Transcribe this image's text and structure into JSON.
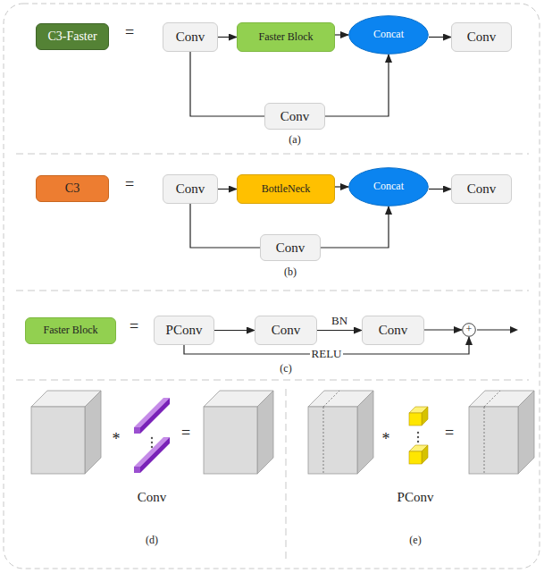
{
  "diagram": {
    "nodes": [
      {
        "text": [
          "C3-Faster"
        ]
      },
      {
        "text": [
          "Conv"
        ]
      },
      {
        "text": [
          "Faster Block"
        ]
      },
      {
        "text": [
          "Concat"
        ]
      },
      {
        "text": [
          "Conv"
        ]
      },
      {
        "text": [
          "Conv"
        ]
      },
      {
        "text": [
          "C3"
        ]
      },
      {
        "text": [
          "Conv"
        ]
      },
      {
        "text": [
          "BottleNeck"
        ]
      },
      {
        "text": [
          "Concat"
        ]
      },
      {
        "text": [
          "Conv"
        ]
      },
      {
        "text": [
          "Conv"
        ]
      },
      {
        "text": [
          "Faster Block"
        ]
      },
      {
        "text": [
          "PConv"
        ]
      },
      {
        "text": [
          "Conv"
        ]
      },
      {
        "text": [
          "Conv"
        ]
      },
      {
        "text": [
          "+"
        ]
      }
    ],
    "edges": [
      {
        "from": 1,
        "to": 2,
        "arrow": "to"
      },
      {
        "from": 2,
        "to": 3,
        "arrow": "to"
      },
      {
        "from": 3,
        "to": 4,
        "arrow": "to"
      },
      {
        "from": 1,
        "to": 5,
        "arrow": "none"
      },
      {
        "from": 5,
        "to": 3,
        "arrow": "to"
      },
      {
        "from": 7,
        "to": 8,
        "arrow": "to"
      },
      {
        "from": 8,
        "to": 9,
        "arrow": "to"
      },
      {
        "from": 9,
        "to": 10,
        "arrow": "to"
      },
      {
        "from": 7,
        "to": 11,
        "arrow": "none"
      },
      {
        "from": 11,
        "to": 9,
        "arrow": "to"
      },
      {
        "from": 13,
        "to": 14,
        "arrow": "to"
      },
      {
        "from": 14,
        "to": 15,
        "label": "BN",
        "arrow": "to"
      },
      {
        "from": 15,
        "to": 16,
        "arrow": "to"
      },
      {
        "from": 13,
        "to": 16,
        "label": "RELU",
        "arrow": "to"
      }
    ],
    "labels": [
      "=",
      "(a)",
      "=",
      "(b)",
      "=",
      "(c)",
      "*",
      "=",
      "Conv",
      "(d)",
      "*",
      "=",
      "PConv",
      "(e)"
    ]
  }
}
